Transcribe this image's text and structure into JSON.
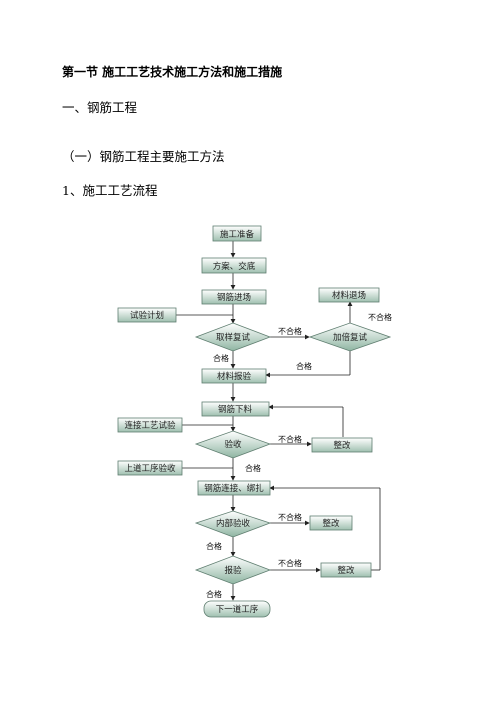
{
  "document": {
    "section_title": "第一节 施工工艺技术施工方法和施工措施",
    "heading_1": "一、钢筋工程",
    "heading_2": "（一）钢筋工程主要施工方法",
    "heading_3": "1、施工工艺流程"
  },
  "flowchart": {
    "colors": {
      "box_top": "#ffffff",
      "box_bottom": "#9fc0b0",
      "border": "#5f7e70",
      "arrow": "#222222"
    },
    "nodes": {
      "prep": "施工准备",
      "plan": "方案、交底",
      "steel_in": "钢筋进场",
      "test_plan": "试验计划",
      "sample": "取样复试",
      "double": "加倍复试",
      "return": "材料退场",
      "accept": "材料报验",
      "cut": "钢筋下料",
      "weld_test": "连接工艺试验",
      "check": "验收",
      "fix1": "整改",
      "prev": "上道工序验收",
      "connect": "钢筋连接、绑扎",
      "internal": "内部验收",
      "fix2": "整改",
      "report": "报验",
      "fix3": "整改",
      "next": "下一道工序"
    },
    "labels": {
      "fail_1": "不合格",
      "fail_2": "不合格",
      "pass_1": "合格",
      "pass_2": "合格",
      "fail_3": "不合格",
      "pass_3": "合格",
      "fail_4": "不合格",
      "pass_4": "合格",
      "fail_5": "不合格",
      "pass_5": "合格"
    }
  }
}
